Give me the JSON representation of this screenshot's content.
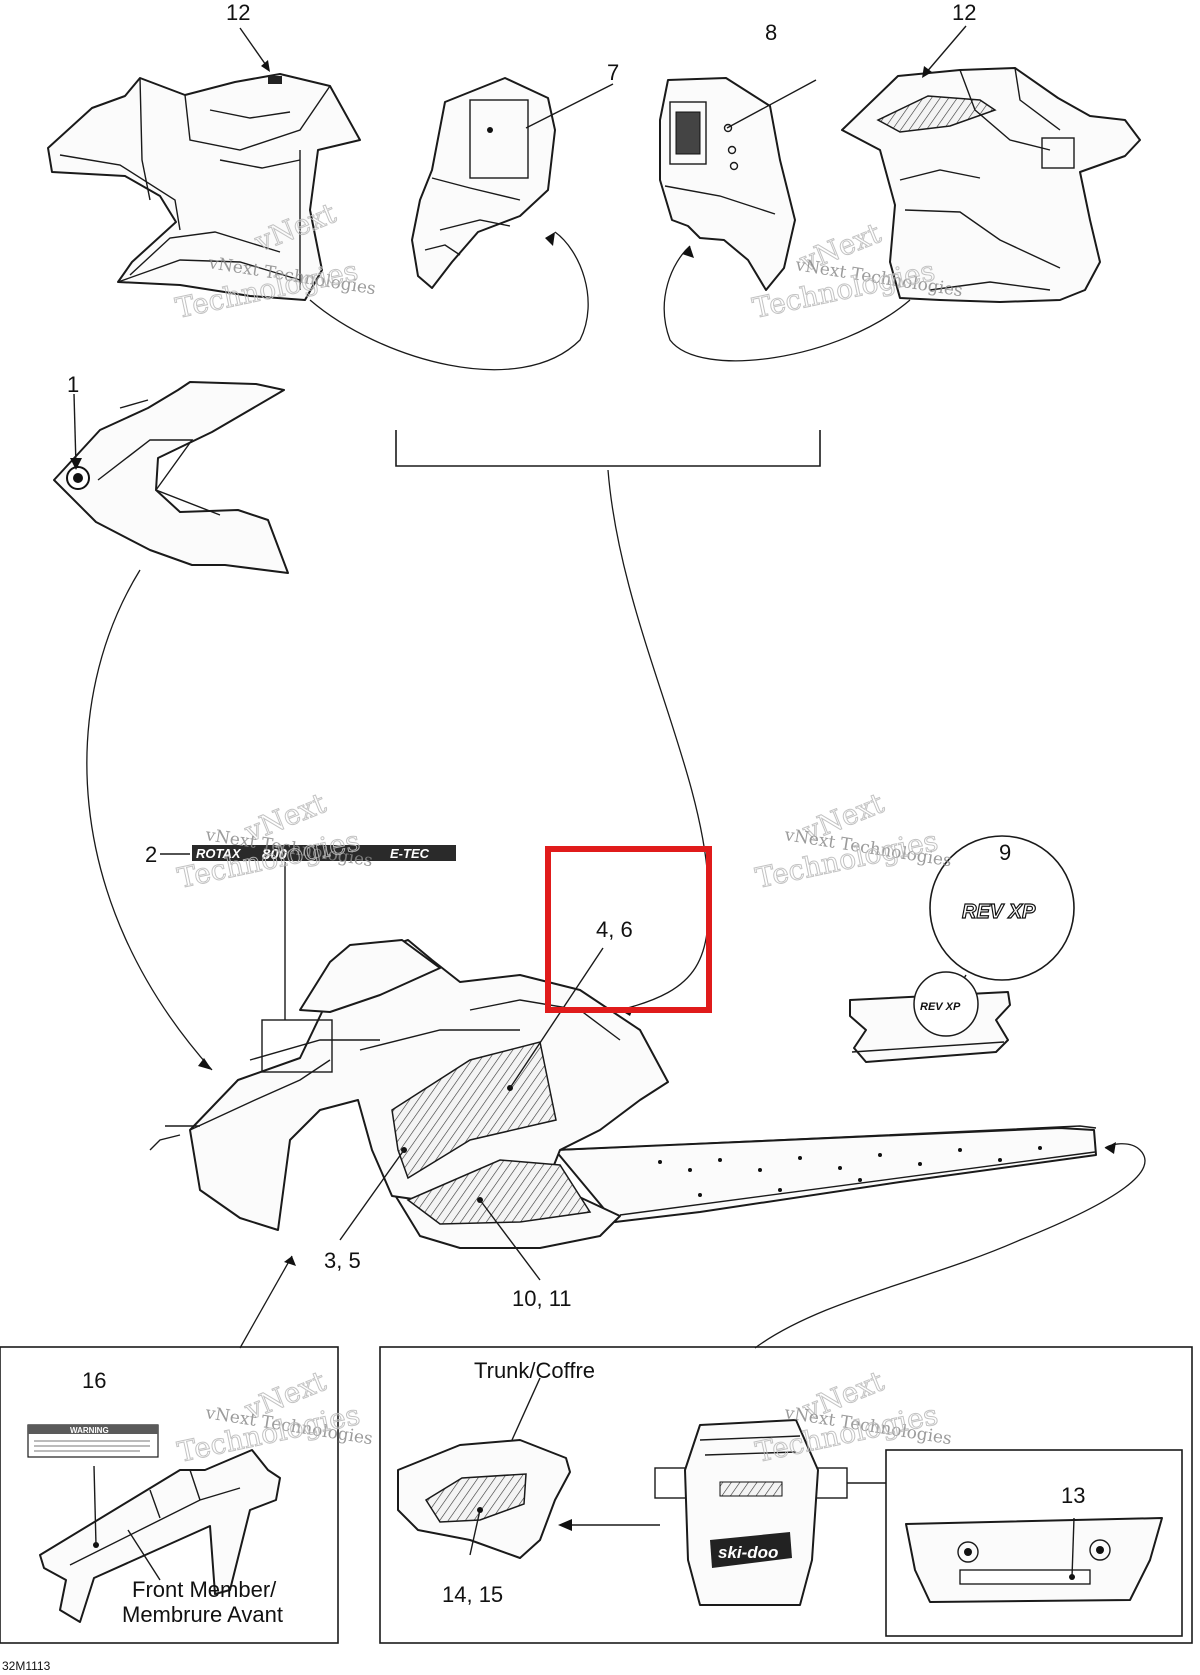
{
  "callouts": {
    "c12_left": "12",
    "c7": "7",
    "c8": "8",
    "c12_right": "12",
    "c1": "1",
    "c2": "2",
    "c4_6": "4, 6",
    "c9": "9",
    "c3_5": "3, 5",
    "c10_11": "10, 11",
    "c16": "16",
    "c13": "13",
    "c14_15": "14, 15"
  },
  "captions": {
    "trunk": "Trunk/Coffre",
    "front_member_en": "Front Member/",
    "front_member_fr": "Membrure Avant"
  },
  "decals": {
    "rotax": "ROTAX",
    "etec": "E-TEC",
    "engine": "800",
    "rev": "REV XP",
    "skidoo": "ski-doo",
    "warning": "WARNING"
  },
  "watermark": {
    "line1": "vNext",
    "line2": "vNext Technologies",
    "line3": "Technologies"
  },
  "figure_code": "32M1113",
  "colors": {
    "highlight": "#e01b1b",
    "line": "#1a1a1a"
  }
}
